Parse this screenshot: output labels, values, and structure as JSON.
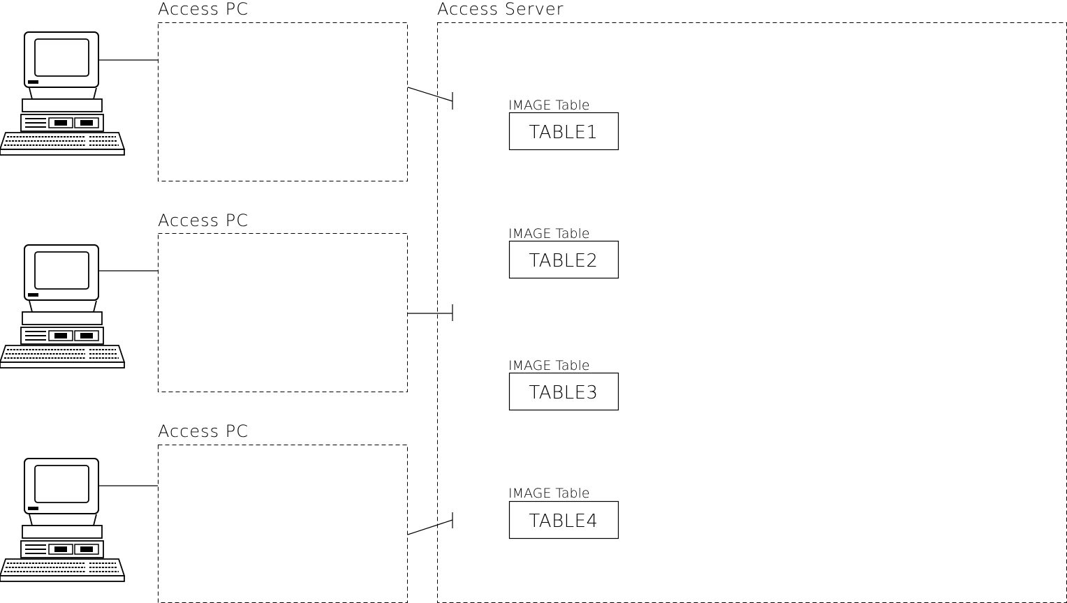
{
  "pc_label": "Access PC",
  "server": {
    "label": "Access Server",
    "tables": [
      {
        "caption": "IMAGE Table",
        "name": "TABLE1"
      },
      {
        "caption": "IMAGE Table",
        "name": "TABLE2"
      },
      {
        "caption": "IMAGE Table",
        "name": "TABLE3"
      },
      {
        "caption": "IMAGE Table",
        "name": "TABLE4"
      }
    ]
  },
  "icons": {
    "computer": "computer-icon"
  },
  "colors": {
    "line": "#000000",
    "background": "#ffffff"
  }
}
